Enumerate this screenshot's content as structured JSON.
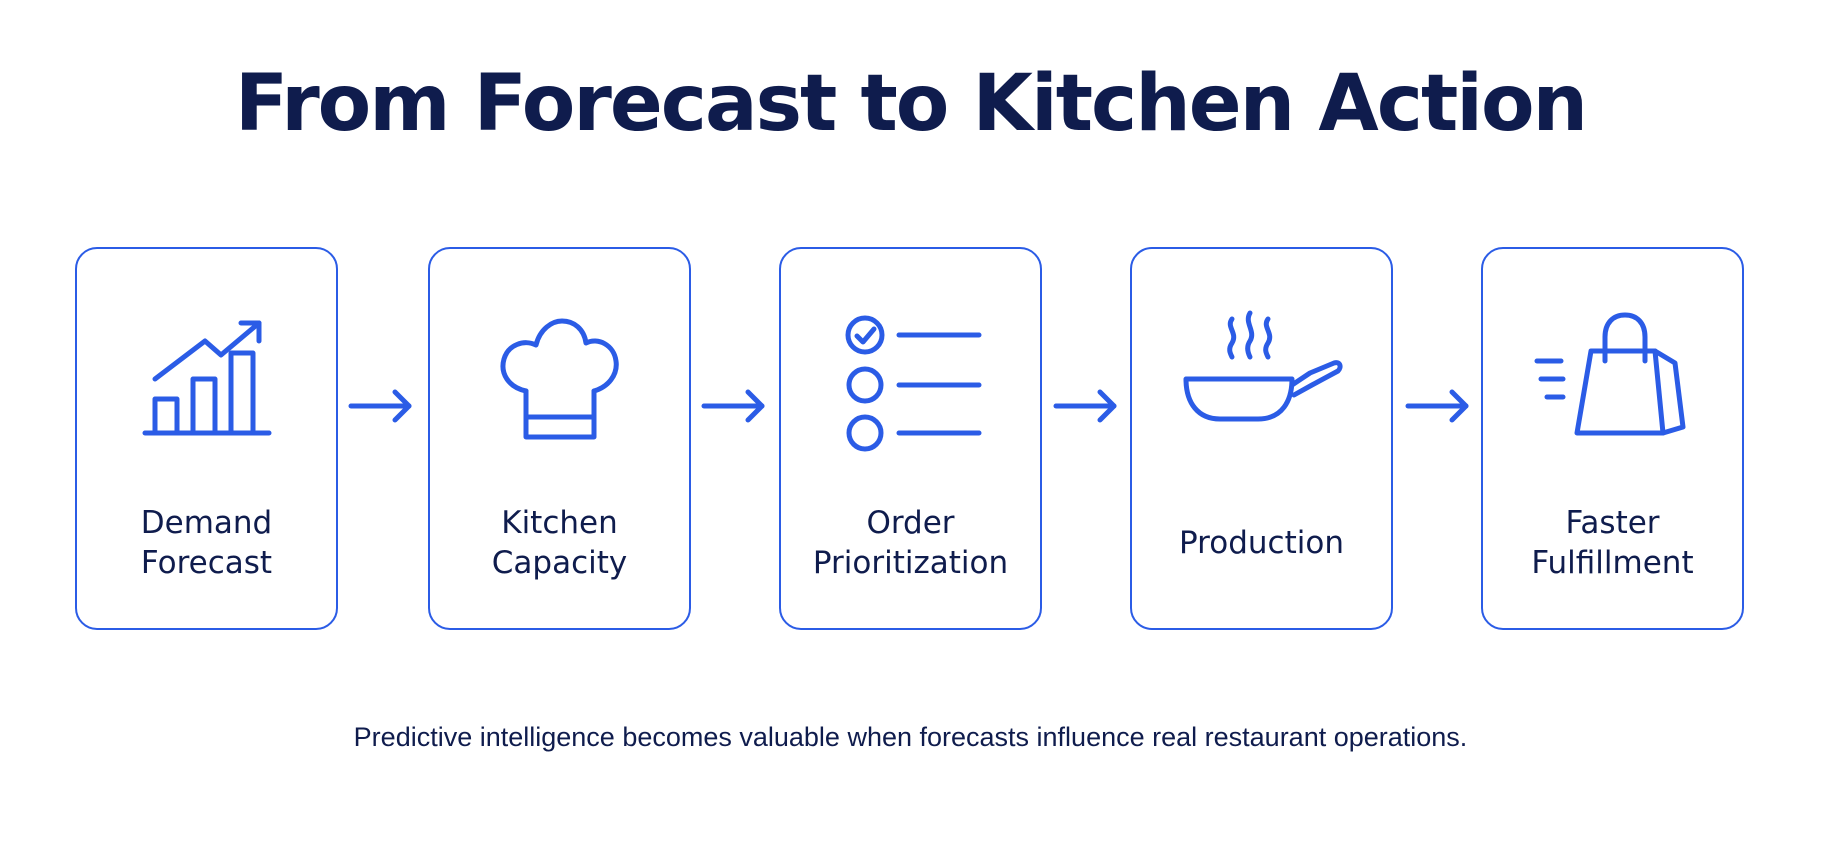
{
  "title": "From Forecast to Kitchen Action",
  "steps": [
    {
      "line1": "Demand",
      "line2": "Forecast",
      "icon": "bar-chart-trend-icon"
    },
    {
      "line1": "Kitchen",
      "line2": "Capacity",
      "icon": "chef-hat-icon"
    },
    {
      "line1": "Order",
      "line2": "Prioritization",
      "icon": "checklist-icon"
    },
    {
      "line1": "Production",
      "line2": "",
      "icon": "frying-pan-icon"
    },
    {
      "line1": "Faster",
      "line2": "Fulfillment",
      "icon": "shopping-bag-icon"
    }
  ],
  "caption": "Predictive intelligence becomes valuable when forecasts influence real restaurant operations.",
  "colors": {
    "accent": "#2b5ce6",
    "text": "#0f1c4d",
    "background": "#ffffff"
  }
}
